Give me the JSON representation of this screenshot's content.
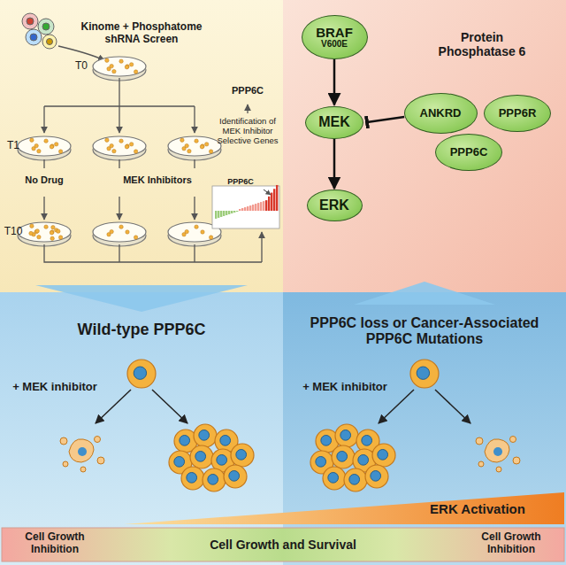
{
  "diagram": {
    "nodes": [
      {
        "text": [
          "BRAF",
          "V600E"
        ]
      },
      {
        "text": [
          "MEK"
        ]
      },
      {
        "text": [
          "ERK"
        ]
      },
      {
        "text": [
          "ANKRD"
        ]
      },
      {
        "text": [
          "PPP6R"
        ]
      },
      {
        "text": [
          "PPP6C"
        ]
      }
    ],
    "edges": [
      {
        "from": 0,
        "to": 1,
        "arrow": "to"
      },
      {
        "from": 1,
        "to": 2,
        "arrow": "to"
      },
      {
        "from": 3,
        "to": 1,
        "arrow": "to"
      }
    ],
    "labels": [
      "Kinome + Phosphatome shRNA Screen",
      "T0",
      "PPP6C",
      "T1",
      "No Drug",
      "MEK Inhibitors",
      "Identification of MEK Inhibitor Selective Genes",
      "T10",
      "PPP6C",
      "Protein Phosphatase 6",
      "Wild-type PPP6C",
      "+ MEK inhibitor",
      "PPP6C loss or Cancer-Associated PPP6C Mutations",
      "+ MEK inhibitor",
      "ERK Activation",
      "Cell Growth Inhibition",
      "Cell Growth and Survival",
      "Cell Growth Inhibition"
    ]
  }
}
